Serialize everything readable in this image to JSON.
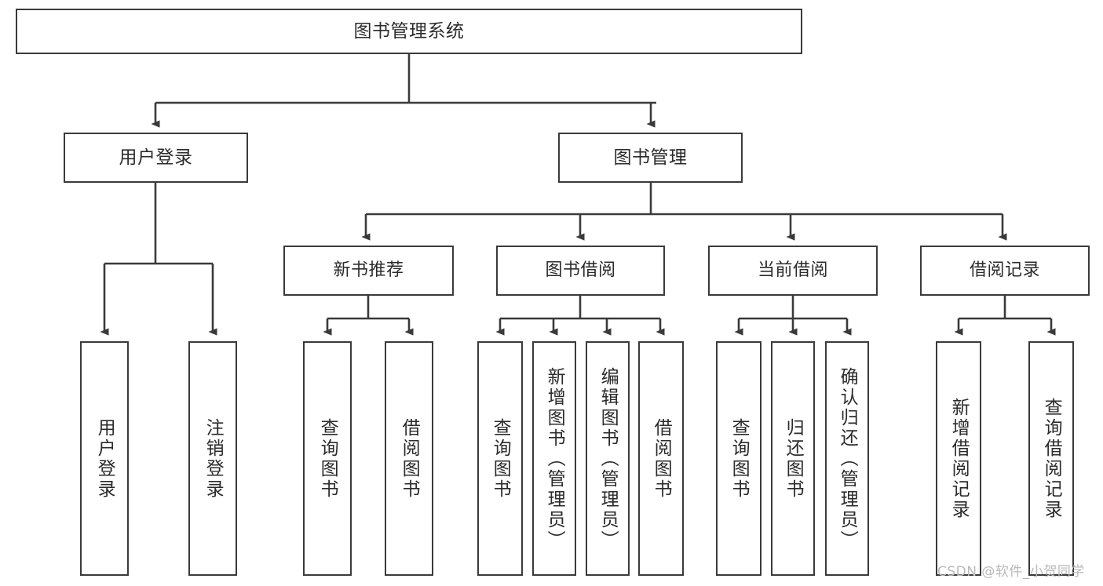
{
  "diagram": {
    "title": "图书管理系统",
    "type": "tree-hierarchy",
    "root": {
      "label": "图书管理系统"
    },
    "level1": [
      {
        "label": "用户登录"
      },
      {
        "label": "图书管理"
      }
    ],
    "level2": [
      {
        "label": "新书推荐"
      },
      {
        "label": "图书借阅"
      },
      {
        "label": "当前借阅"
      },
      {
        "label": "借阅记录"
      }
    ],
    "leaves": {
      "user_login": [
        {
          "label": "用户登录"
        },
        {
          "label": "注销登录"
        }
      ],
      "new_book_recommend": [
        {
          "label": "查询图书"
        },
        {
          "label": "借阅图书"
        }
      ],
      "book_borrow": [
        {
          "label": "查询图书"
        },
        {
          "label": "新增图书（管理员）"
        },
        {
          "label": "编辑图书（管理员）"
        },
        {
          "label": "借阅图书"
        }
      ],
      "current_borrow": [
        {
          "label": "查询图书"
        },
        {
          "label": "归还图书"
        },
        {
          "label": "确认归还（管理员）"
        }
      ],
      "borrow_record": [
        {
          "label": "新增借阅记录"
        },
        {
          "label": "查询借阅记录"
        }
      ]
    }
  },
  "watermark": {
    "text": "CSDN @软件_小贺同学"
  },
  "colors": {
    "border": "#3a3a3a",
    "text": "#2b2b2b",
    "background": "#ffffff",
    "watermark": "#b9b9b9"
  }
}
